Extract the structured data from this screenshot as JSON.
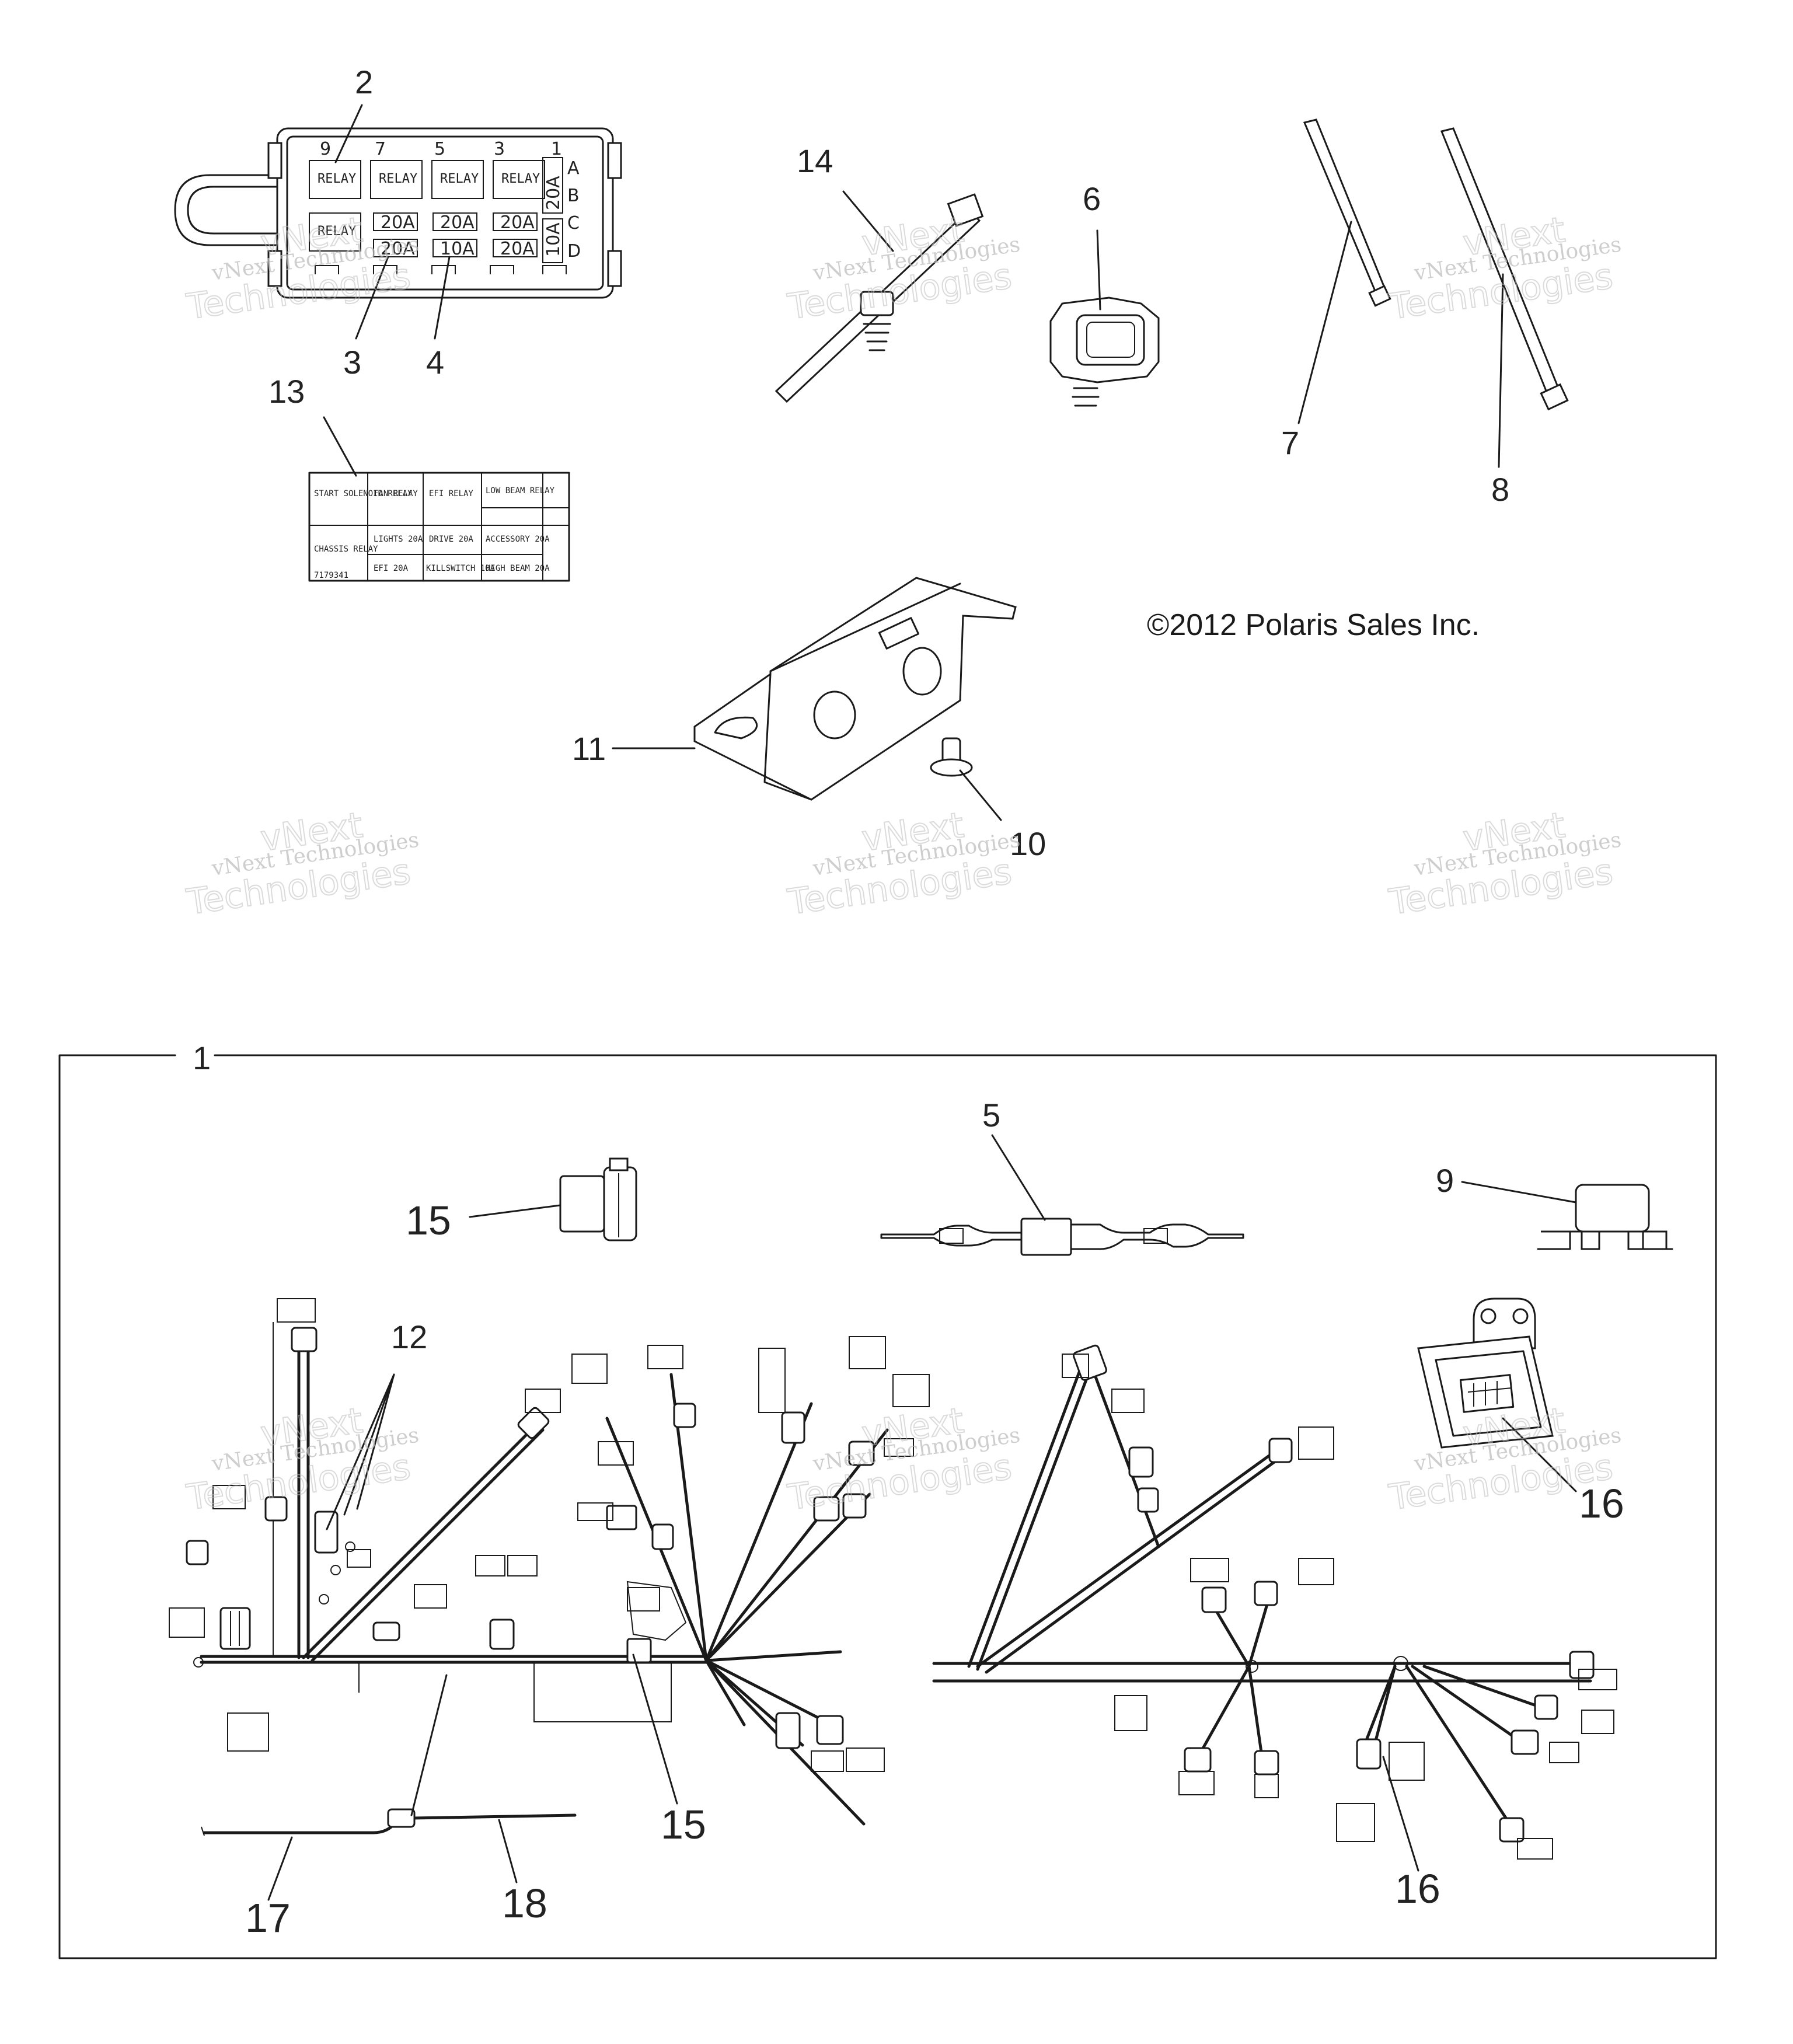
{
  "copyright": "©2012 Polaris Sales Inc.",
  "watermark": {
    "line1": "vNext Technologies",
    "line2": "vNext",
    "line3": "Technologies"
  },
  "callouts": {
    "c1": "1",
    "c2": "2",
    "c3": "3",
    "c4": "4",
    "c5": "5",
    "c6": "6",
    "c7": "7",
    "c8": "8",
    "c9": "9",
    "c10": "10",
    "c11": "11",
    "c12": "12",
    "c13": "13",
    "c14": "14",
    "c15a": "15",
    "c15b": "15",
    "c16a": "16",
    "c16b": "16",
    "c17": "17",
    "c18": "18"
  },
  "fuse_box": {
    "top_numbers": [
      "9",
      "7",
      "5",
      "3",
      "1"
    ],
    "relays": [
      "RELAY",
      "RELAY",
      "RELAY",
      "RELAY",
      "RELAY"
    ],
    "fuse_row1": [
      "20A",
      "20A",
      "20A"
    ],
    "fuse_row2": [
      "20A",
      "10A",
      "20A"
    ],
    "side_fuses": [
      "20A",
      "10A"
    ],
    "side_letters": [
      "A",
      "B",
      "C",
      "D"
    ]
  },
  "fuse_label": {
    "row1": [
      "START SOLENOID RELAY",
      "FAN RELAY",
      "EFI RELAY",
      "LOW BEAM RELAY"
    ],
    "row2_left": "CHASSIS RELAY",
    "row2_top": [
      "LIGHTS 20A",
      "DRIVE 20A",
      "ACCESSORY 20A"
    ],
    "row2_bottom": [
      "EFI 20A",
      "KILLSWITCH 10A",
      "HIGH BEAM 20A"
    ],
    "part_number": "7179341"
  },
  "colors": {
    "line": "#1a1a1a",
    "watermark": "#bdbdbd",
    "background": "#ffffff"
  }
}
